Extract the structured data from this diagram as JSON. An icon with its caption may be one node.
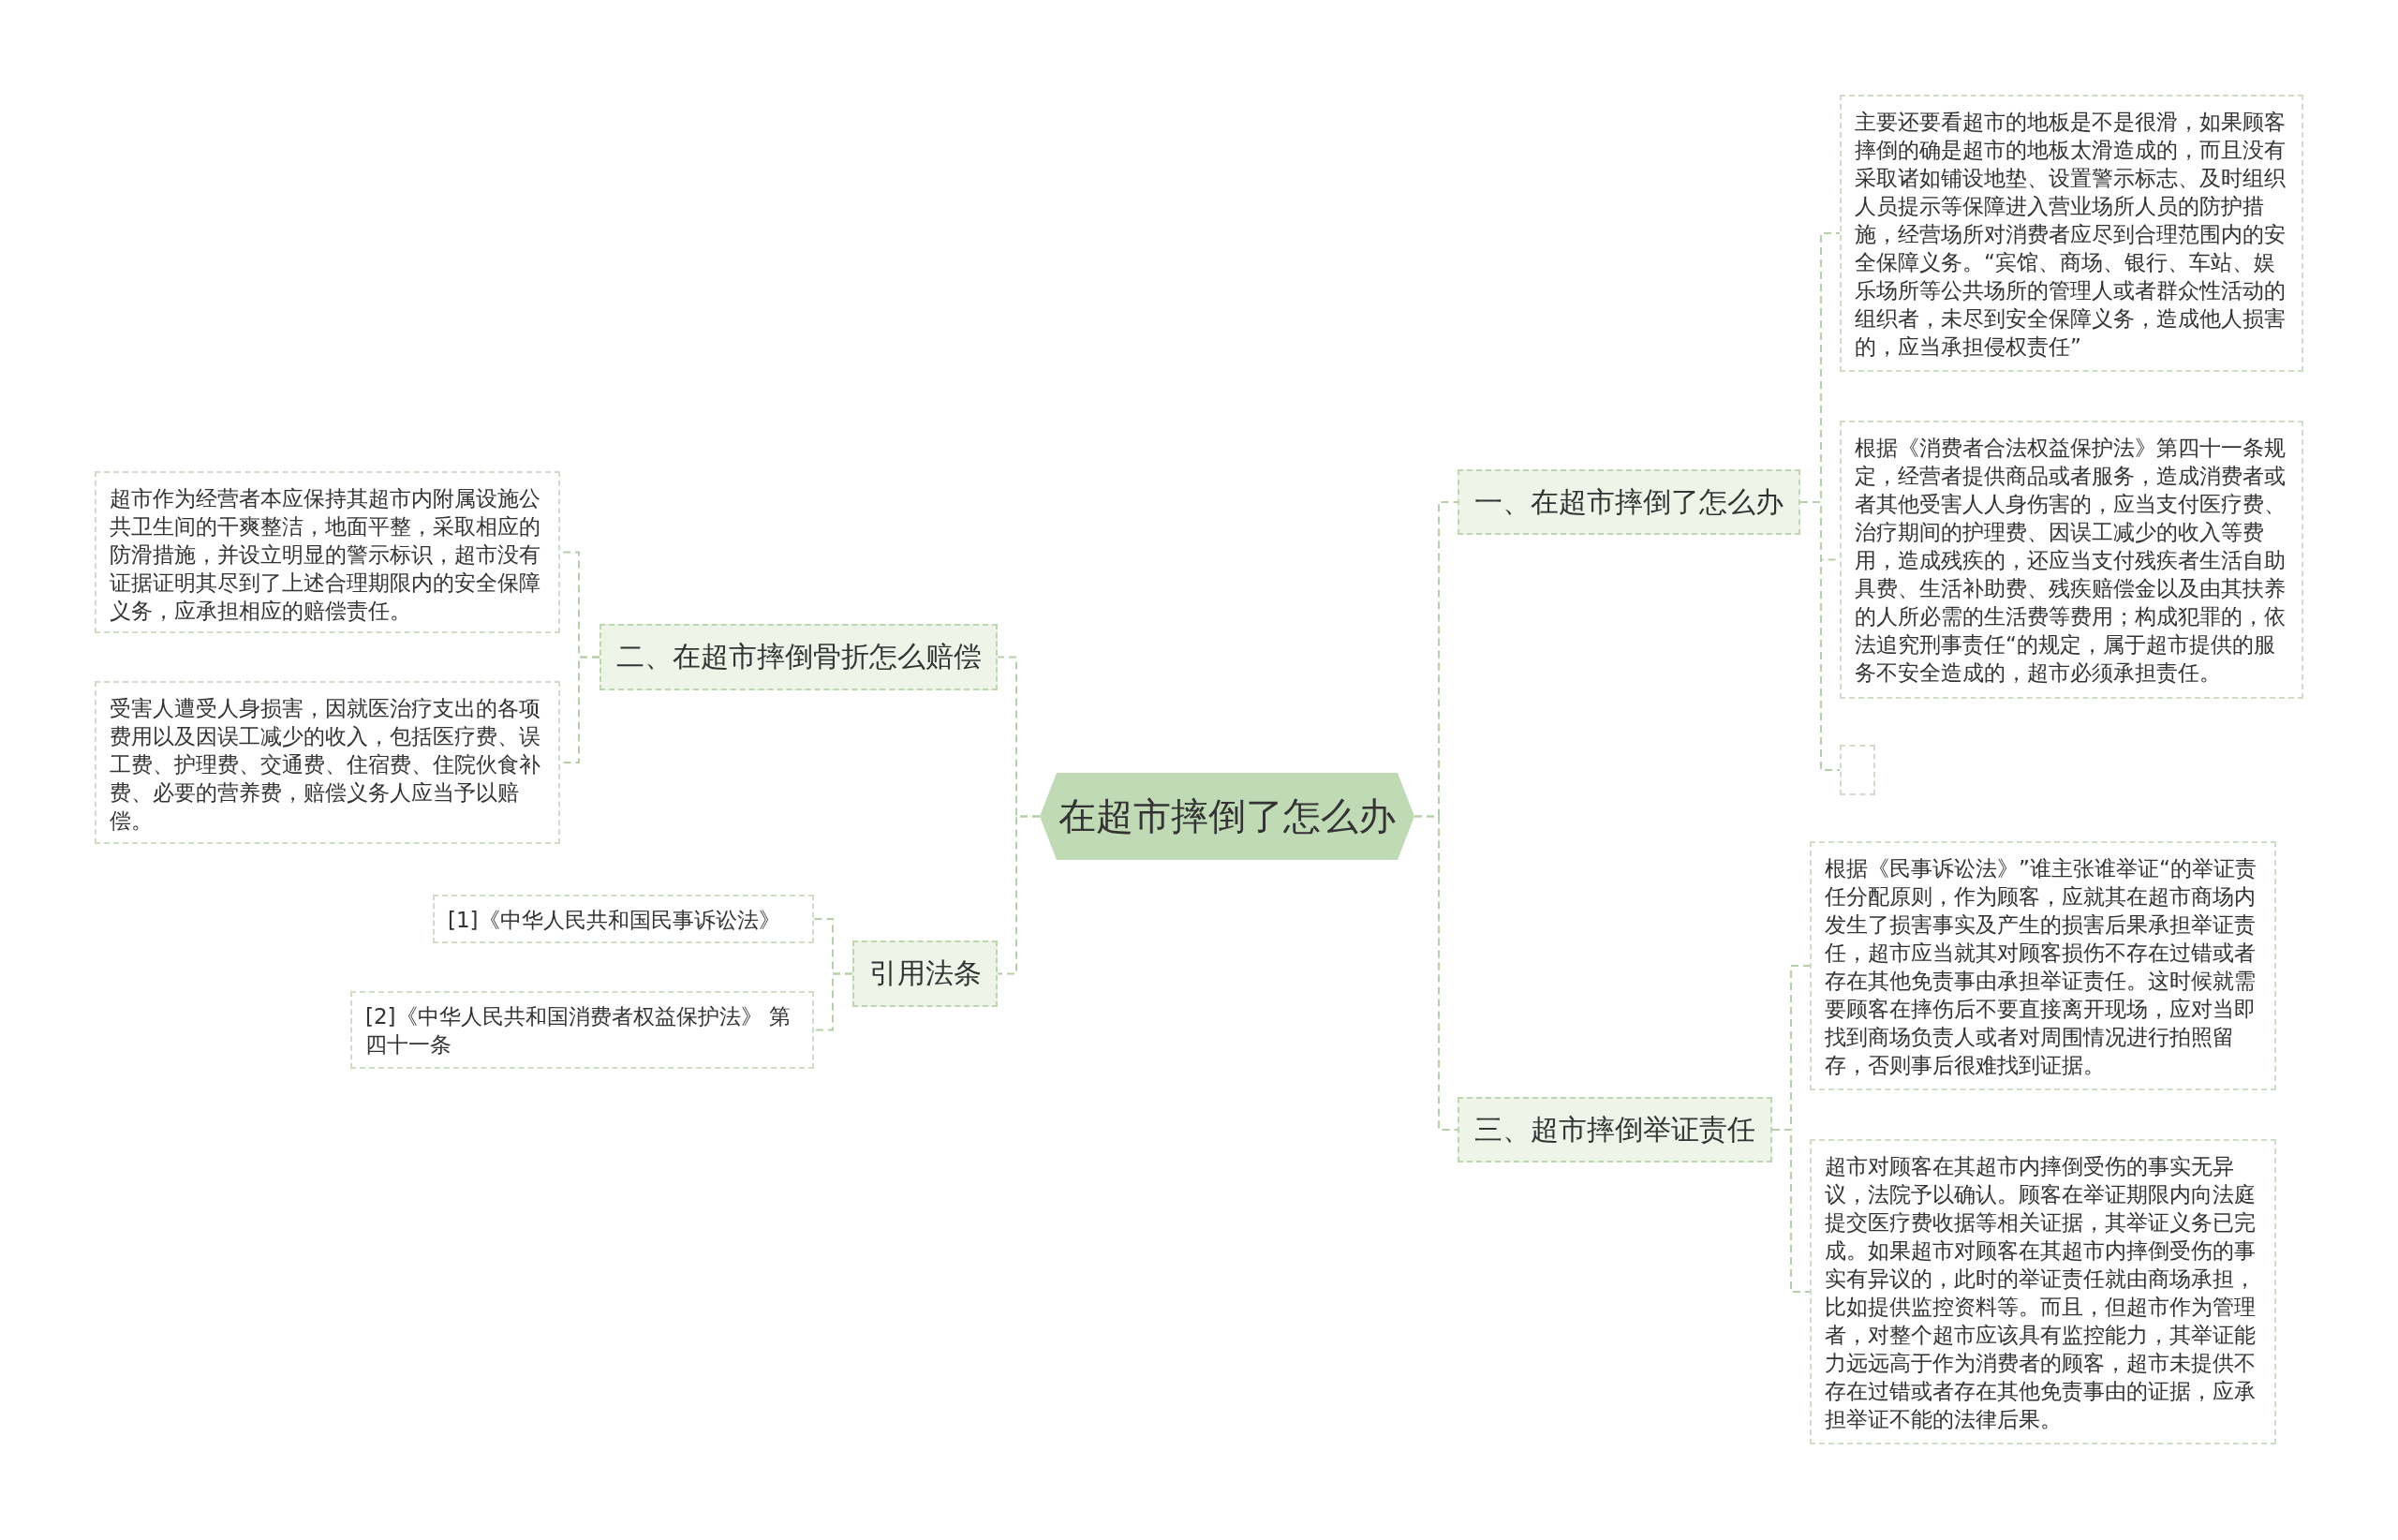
{
  "diagram": {
    "nodes": [
      {
        "text": [
          "在超市摔倒了怎么办"
        ]
      },
      {
        "text": [
          "一、在超市摔倒了怎么办"
        ]
      },
      {
        "text": [
          "主要还要看超市的地板是不是很滑，如果顾客摔倒的确是超市的地板太滑造成的，而且没有采取诸如铺设地垫、设置警示标志、及时组织人员提示等保障进入营业场所人员的防护措施，经营场所对消费者应尽到合理范围内的安全保障义务。“宾馆、商场、银行、车站、娱乐场所等公共场所的管理人或者群众性活动的组织者，未尽到安全保障义务，造成他人损害的，应当承担侵权责任”"
        ]
      },
      {
        "text": [
          "根据《消费者合法权益保护法》第四十一条规定，经营者提供商品或者服务，造成消费者或者其他受害人人身伤害的，应当支付医疗费、治疗期间的护理费、因误工减少的收入等费用，造成残疾的，还应当支付残疾者生活自助具费、生活补助费、残疾赔偿金以及由其扶养的人所必需的生活费等费用；构成犯罪的，依法追究刑事责任“的规定，属于超市提供的服务不安全造成的，超市必须承担责任。"
        ]
      },
      {
        "text": [],
        "shape": "box"
      },
      {
        "text": [
          "三、超市摔倒举证责任"
        ]
      },
      {
        "text": [
          "根据《民事诉讼法》”谁主张谁举证“的举证责任分配原则，作为顾客，应就其在超市商场内发生了损害事实及产生的损害后果承担举证责任，超市应当就其对顾客损伤不存在过错或者存在其他免责事由承担举证责任。这时候就需要顾客在摔伤后不要直接离开现场，应对当即找到商场负责人或者对周围情况进行拍照留存，否则事后很难找到证据。"
        ]
      },
      {
        "text": [
          "超市对顾客在其超市内摔倒受伤的事实无异议，法院予以确认。顾客在举证期限内向法庭提交医疗费收据等相关证据，其举证义务已完成。如果超市对顾客在其超市内摔倒受伤的事实有异议的，此时的举证责任就由商场承担，比如提供监控资料等。而且，但超市作为管理者，对整个超市应该具有监控能力，其举证能力远远高于作为消费者的顾客，超市未提供不存在过错或者存在其他免责事由的证据，应承担举证不能的法律后果。"
        ]
      },
      {
        "text": [
          "二、在超市摔倒骨折怎么赔偿"
        ]
      },
      {
        "text": [
          "超市作为经营者本应保持其超市内附属设施公共卫生间的干爽整洁，地面平整，采取相应的防滑措施，并设立明显的警示标识，超市没有证据证明其尽到了上述合理期限内的安全保障义务，应承担相应的赔偿责任。"
        ]
      },
      {
        "text": [
          "受害人遭受人身损害，因就医治疗支出的各项费用以及因误工减少的收入，包括医疗费、误工费、护理费、交通费、住宿费、住院伙食补费、必要的营养费，赔偿义务人应当予以赔偿。"
        ]
      },
      {
        "text": [
          "引用法条"
        ]
      },
      {
        "text": [
          "[1]《中华人民共和国民事诉讼法》"
        ]
      },
      {
        "text": [
          "[2]《中华人民共和国消费者权益保护法》 第四十一条"
        ]
      }
    ],
    "edges": [
      {
        "from": 0,
        "to": 1,
        "arrow": "none",
        "style": "dashed"
      },
      {
        "from": 1,
        "to": 2,
        "arrow": "none",
        "style": "dashed"
      },
      {
        "from": 1,
        "to": 3,
        "arrow": "none",
        "style": "dashed"
      },
      {
        "from": 1,
        "to": 4,
        "arrow": "none",
        "style": "dashed"
      },
      {
        "from": 0,
        "to": 5,
        "arrow": "none",
        "style": "dashed"
      },
      {
        "from": 5,
        "to": 6,
        "arrow": "none",
        "style": "dashed"
      },
      {
        "from": 5,
        "to": 7,
        "arrow": "none",
        "style": "dashed"
      },
      {
        "from": 0,
        "to": 8,
        "arrow": "none",
        "style": "dashed"
      },
      {
        "from": 8,
        "to": 9,
        "arrow": "none",
        "style": "dashed"
      },
      {
        "from": 8,
        "to": 10,
        "arrow": "none",
        "style": "dashed"
      },
      {
        "from": 0,
        "to": 11,
        "arrow": "none",
        "style": "dashed"
      },
      {
        "from": 11,
        "to": 12,
        "arrow": "none",
        "style": "dashed"
      },
      {
        "from": 11,
        "to": 13,
        "arrow": "none",
        "style": "dashed"
      }
    ]
  }
}
